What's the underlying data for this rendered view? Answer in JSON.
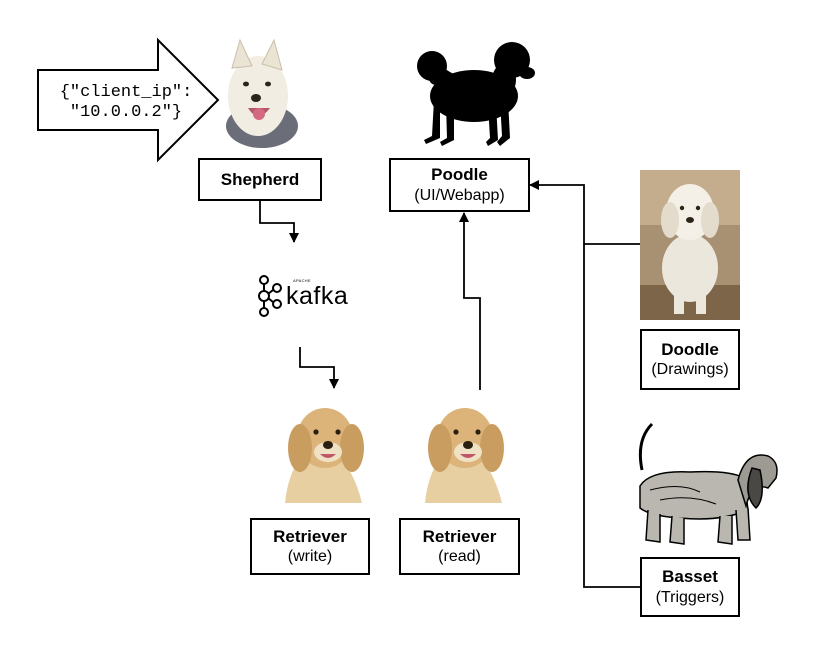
{
  "input_message": {
    "line1": "{\"client_ip\":",
    "line2": "\"10.0.0.2\"}"
  },
  "kafka": {
    "apache": "APACHE",
    "name": "kafka"
  },
  "nodes": {
    "shepherd": {
      "title": "Shepherd",
      "subtitle": ""
    },
    "poodle": {
      "title": "Poodle",
      "subtitle": "(UI/Webapp)"
    },
    "doodle": {
      "title": "Doodle",
      "subtitle": "(Drawings)"
    },
    "retriever_write": {
      "title": "Retriever",
      "subtitle": "(write)"
    },
    "retriever_read": {
      "title": "Retriever",
      "subtitle": "(read)"
    },
    "basset": {
      "title": "Basset",
      "subtitle": "(Triggers)"
    }
  },
  "images": {
    "shepherd": "white-shepherd-dog-icon",
    "poodle": "poodle-silhouette-icon",
    "doodle": "doodle-dog-photo-icon",
    "retriever": "golden-retriever-icon",
    "basset": "basset-hound-sketch-icon",
    "kafka": "kafka-logo-icon"
  }
}
